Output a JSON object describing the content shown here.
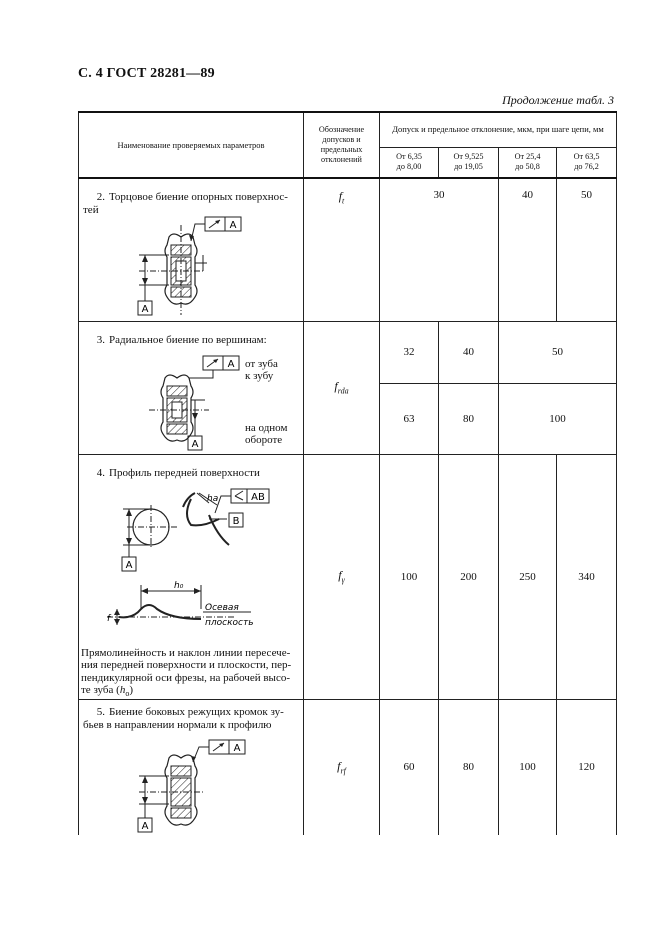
{
  "header": {
    "title": "С. 4 ГОСТ 28281—89",
    "continuation": "Продолжение табл. 3"
  },
  "table_header": {
    "param_name": "Наименование проверяемых параметров",
    "designation": "Обозначение допусков и предельных отклонений",
    "tolerance_group": "Допуск и предельное отклонение, мкм, при шаге цепи, мм",
    "ranges": [
      {
        "line1": "От 6,35",
        "line2": "до 8,00"
      },
      {
        "line1": "От 9,525",
        "line2": "до 19,05"
      },
      {
        "line1": "От 25,4",
        "line2": "до 50,8"
      },
      {
        "line1": "От 63,5",
        "line2": "до 76,2"
      }
    ]
  },
  "rows": [
    {
      "number": "2.",
      "title_line1": "Торцовое биение опорных поверхнос-",
      "title_line2": "тей",
      "symbol": "f",
      "symbol_sub": "t",
      "values": [
        "30",
        "40",
        "50"
      ],
      "datum": "A"
    },
    {
      "number": "3.",
      "title": "Радиальное биение по вершинам:",
      "symbol": "f",
      "symbol_sub": "rda",
      "sub1_line1": "от зуба",
      "sub1_line2": "к зубу",
      "sub2_line1": "на одном",
      "sub2_line2": "обороте",
      "values_tooth": [
        "32",
        "40",
        "50"
      ],
      "values_rev": [
        "63",
        "80",
        "100"
      ],
      "datum": "A"
    },
    {
      "number": "4.",
      "title": "Профиль передней поверхности",
      "symbol": "f",
      "symbol_sub": "γ",
      "values": [
        "100",
        "200",
        "250",
        "340"
      ],
      "datum_ab": "AB",
      "datum_a": "A",
      "datum_b": "B",
      "label_ha": "ha",
      "label_h0": "h₀",
      "axial_line1": "Осевая",
      "axial_line2": "плоскость",
      "note_line1": "Прямолинейность и наклон линии пересече-",
      "note_line2": "ния передней поверхности и плоскости, пер-",
      "note_line3": "пендикулярной оси фрезы, на рабочей высо-",
      "note_line4_pre": "те зуба (",
      "note_h": "h",
      "note_h_sub": "o",
      "note_line4_post": ")"
    },
    {
      "number": "5.",
      "title_line1": "Биение боковых режущих кромок зу-",
      "title_line2": "бьев в направлении нормали к профилю",
      "symbol": "f",
      "symbol_sub": "rf",
      "values": [
        "60",
        "80",
        "100",
        "120"
      ],
      "datum": "A"
    }
  ]
}
